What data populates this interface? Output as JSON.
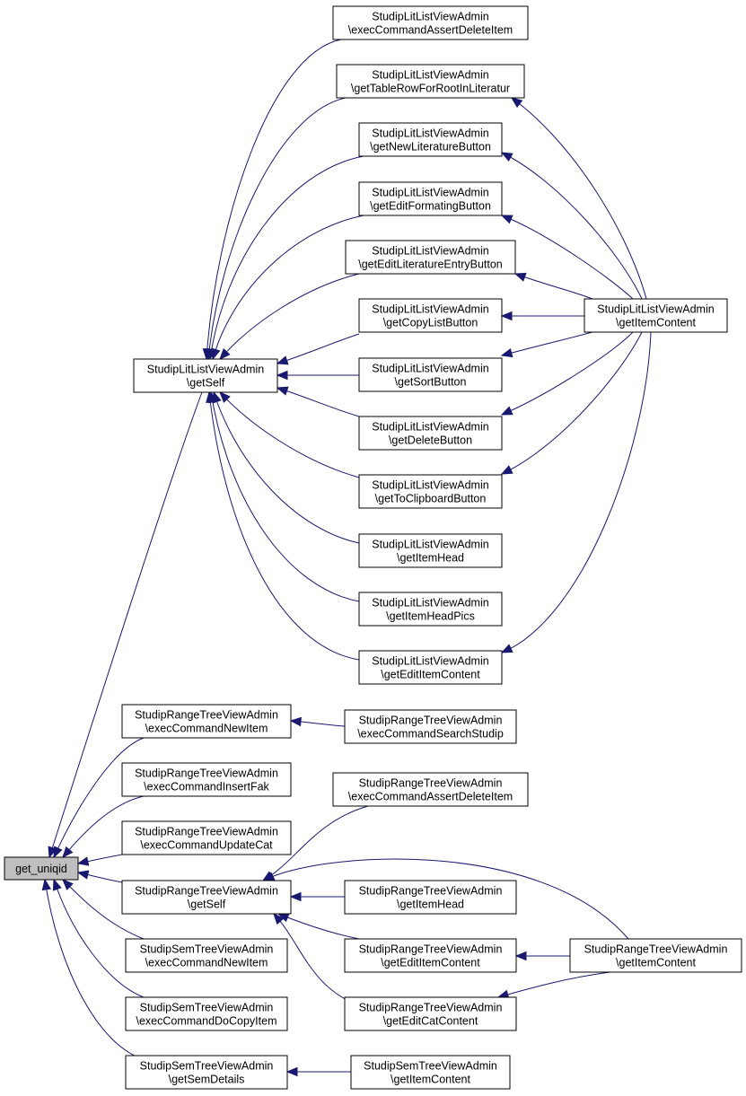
{
  "nodes": {
    "get_uniqid": [
      "get_uniqid"
    ],
    "lit_getSelf": [
      "StudipLitListViewAdmin",
      "\\getSelf"
    ],
    "lit_execAssertDelete": [
      "StudipLitListViewAdmin",
      "\\execCommandAssertDeleteItem"
    ],
    "lit_getTableRow": [
      "StudipLitListViewAdmin",
      "\\getTableRowForRootInLiteratur"
    ],
    "lit_getNewLitButton": [
      "StudipLitListViewAdmin",
      "\\getNewLiteratureButton"
    ],
    "lit_getEditFormatingButton": [
      "StudipLitListViewAdmin",
      "\\getEditFormatingButton"
    ],
    "lit_getEditLitEntryButton": [
      "StudipLitListViewAdmin",
      "\\getEditLiteratureEntryButton"
    ],
    "lit_getCopyListButton": [
      "StudipLitListViewAdmin",
      "\\getCopyListButton"
    ],
    "lit_getSortButton": [
      "StudipLitListViewAdmin",
      "\\getSortButton"
    ],
    "lit_getDeleteButton": [
      "StudipLitListViewAdmin",
      "\\getDeleteButton"
    ],
    "lit_getToClipboardButton": [
      "StudipLitListViewAdmin",
      "\\getToClipboardButton"
    ],
    "lit_getItemHead": [
      "StudipLitListViewAdmin",
      "\\getItemHead"
    ],
    "lit_getItemHeadPics": [
      "StudipLitListViewAdmin",
      "\\getItemHeadPics"
    ],
    "lit_getEditItemContent": [
      "StudipLitListViewAdmin",
      "\\getEditItemContent"
    ],
    "lit_getItemContent": [
      "StudipLitListViewAdmin",
      "\\getItemContent"
    ],
    "range_execNewItem": [
      "StudipRangeTreeViewAdmin",
      "\\execCommandNewItem"
    ],
    "range_execSearchStudip": [
      "StudipRangeTreeViewAdmin",
      "\\execCommandSearchStudip"
    ],
    "range_execInsertFak": [
      "StudipRangeTreeViewAdmin",
      "\\execCommandInsertFak"
    ],
    "range_execAssertDelete": [
      "StudipRangeTreeViewAdmin",
      "\\execCommandAssertDeleteItem"
    ],
    "range_execUpdateCat": [
      "StudipRangeTreeViewAdmin",
      "\\execCommandUpdateCat"
    ],
    "range_getSelf": [
      "StudipRangeTreeViewAdmin",
      "\\getSelf"
    ],
    "range_getItemHead": [
      "StudipRangeTreeViewAdmin",
      "\\getItemHead"
    ],
    "range_getEditItemContent": [
      "StudipRangeTreeViewAdmin",
      "\\getEditItemContent"
    ],
    "range_getItemContent": [
      "StudipRangeTreeViewAdmin",
      "\\getItemContent"
    ],
    "range_getEditCatContent": [
      "StudipRangeTreeViewAdmin",
      "\\getEditCatContent"
    ],
    "sem_execNewItem": [
      "StudipSemTreeViewAdmin",
      "\\execCommandNewItem"
    ],
    "sem_execDoCopyItem": [
      "StudipSemTreeViewAdmin",
      "\\execCommandDoCopyItem"
    ],
    "sem_getSemDetails": [
      "StudipSemTreeViewAdmin",
      "\\getSemDetails"
    ],
    "sem_getItemContent": [
      "StudipSemTreeViewAdmin",
      "\\getItemContent"
    ]
  },
  "edges": [
    [
      "get_uniqid",
      "lit_getSelf"
    ],
    [
      "get_uniqid",
      "range_execNewItem"
    ],
    [
      "get_uniqid",
      "range_execInsertFak"
    ],
    [
      "get_uniqid",
      "range_execUpdateCat"
    ],
    [
      "get_uniqid",
      "range_getSelf"
    ],
    [
      "get_uniqid",
      "sem_execNewItem"
    ],
    [
      "get_uniqid",
      "sem_execDoCopyItem"
    ],
    [
      "get_uniqid",
      "sem_getSemDetails"
    ],
    [
      "lit_getSelf",
      "lit_execAssertDelete"
    ],
    [
      "lit_getSelf",
      "lit_getTableRow"
    ],
    [
      "lit_getSelf",
      "lit_getNewLitButton"
    ],
    [
      "lit_getSelf",
      "lit_getEditFormatingButton"
    ],
    [
      "lit_getSelf",
      "lit_getEditLitEntryButton"
    ],
    [
      "lit_getSelf",
      "lit_getCopyListButton"
    ],
    [
      "lit_getSelf",
      "lit_getSortButton"
    ],
    [
      "lit_getSelf",
      "lit_getDeleteButton"
    ],
    [
      "lit_getSelf",
      "lit_getToClipboardButton"
    ],
    [
      "lit_getSelf",
      "lit_getItemHead"
    ],
    [
      "lit_getSelf",
      "lit_getItemHeadPics"
    ],
    [
      "lit_getSelf",
      "lit_getEditItemContent"
    ],
    [
      "lit_getTableRow",
      "lit_getItemContent"
    ],
    [
      "lit_getNewLitButton",
      "lit_getItemContent"
    ],
    [
      "lit_getEditFormatingButton",
      "lit_getItemContent"
    ],
    [
      "lit_getEditLitEntryButton",
      "lit_getItemContent"
    ],
    [
      "lit_getCopyListButton",
      "lit_getItemContent"
    ],
    [
      "lit_getSortButton",
      "lit_getItemContent"
    ],
    [
      "lit_getDeleteButton",
      "lit_getItemContent"
    ],
    [
      "lit_getToClipboardButton",
      "lit_getItemContent"
    ],
    [
      "lit_getEditItemContent",
      "lit_getItemContent"
    ],
    [
      "range_execNewItem",
      "range_execSearchStudip"
    ],
    [
      "range_getSelf",
      "range_execAssertDelete"
    ],
    [
      "range_getSelf",
      "range_getItemHead"
    ],
    [
      "range_getSelf",
      "range_getEditItemContent"
    ],
    [
      "range_getSelf",
      "range_getEditCatContent"
    ],
    [
      "range_getSelf",
      "range_getItemContent"
    ],
    [
      "range_getEditItemContent",
      "range_getItemContent"
    ],
    [
      "range_getEditCatContent",
      "range_getItemContent"
    ],
    [
      "sem_getSemDetails",
      "sem_getItemContent"
    ]
  ]
}
